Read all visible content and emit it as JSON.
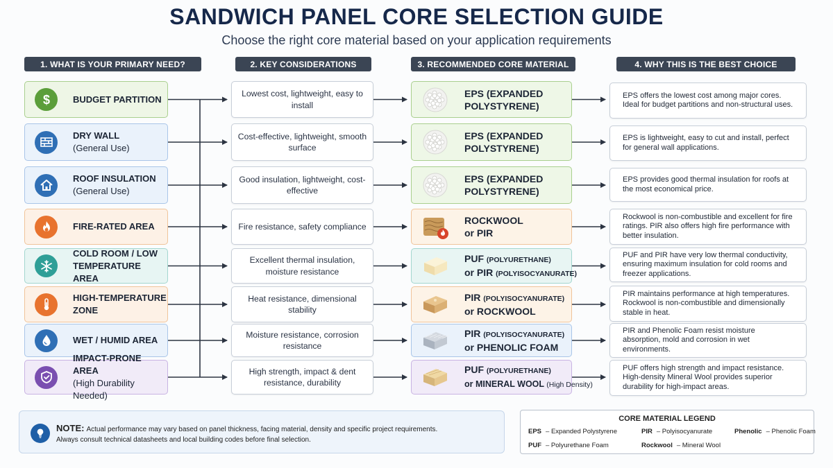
{
  "title": "SANDWICH PANEL CORE SELECTION GUIDE",
  "subtitle": "Choose the right core material based on your application requirements",
  "headers": [
    "1. WHAT IS YOUR PRIMARY NEED?",
    "2. KEY CONSIDERATIONS",
    "3. RECOMMENDED CORE MATERIAL",
    "4. WHY THIS IS THE BEST CHOICE"
  ],
  "rows": [
    {
      "need_title": "BUDGET PARTITION",
      "need_sub": "",
      "icon": "dollar-icon",
      "icon_color": "#5b9e3a",
      "need_bg": "#eef6e6",
      "need_border": "#a9cf8e",
      "considerations": "Lowest cost, lightweight, easy to install",
      "core_lines": [
        {
          "main": "EPS (EXPANDED",
          "small": "",
          "tail": ""
        },
        {
          "main": "POLYSTYRENE)",
          "small": "",
          "tail": ""
        }
      ],
      "swatch": "eps",
      "core_bg": "#eef7e7",
      "core_border": "#a9cf8e",
      "why": "EPS offers the lowest cost among major cores. Ideal for budget partitions and non-structural uses."
    },
    {
      "need_title": "DRY WALL",
      "need_sub": "(General Use)",
      "icon": "brick-wall-icon",
      "icon_color": "#2f6fb5",
      "need_bg": "#eaf2fb",
      "need_border": "#a9c5e8",
      "considerations": "Cost-effective, lightweight, smooth surface",
      "core_lines": [
        {
          "main": "EPS (EXPANDED",
          "small": "",
          "tail": ""
        },
        {
          "main": "POLYSTYRENE)",
          "small": "",
          "tail": ""
        }
      ],
      "swatch": "eps",
      "core_bg": "#eef7e7",
      "core_border": "#a9cf8e",
      "why": "EPS is lightweight, easy to cut and install, perfect for general wall applications."
    },
    {
      "need_title": "ROOF INSULATION",
      "need_sub": "(General Use)",
      "icon": "house-icon",
      "icon_color": "#2f6fb5",
      "need_bg": "#eaf2fb",
      "need_border": "#a9c5e8",
      "considerations": "Good insulation, lightweight, cost-effective",
      "core_lines": [
        {
          "main": "EPS (EXPANDED",
          "small": "",
          "tail": ""
        },
        {
          "main": "POLYSTYRENE)",
          "small": "",
          "tail": ""
        }
      ],
      "swatch": "eps",
      "core_bg": "#eef7e7",
      "core_border": "#a9cf8e",
      "why": "EPS provides good thermal insulation for roofs at the most economical price."
    },
    {
      "need_title": "FIRE-RATED AREA",
      "need_sub": "",
      "icon": "flame-icon",
      "icon_color": "#e8732e",
      "need_bg": "#fdf1e6",
      "need_border": "#f0c49a",
      "considerations": "Fire resistance, safety compliance",
      "core_lines": [
        {
          "main": "ROCKWOOL",
          "small": "",
          "tail": ""
        },
        {
          "main": "or PIR",
          "small": "",
          "tail": ""
        }
      ],
      "swatch": "rockwool",
      "core_bg": "#fdf3e7",
      "core_border": "#f0c49a",
      "why": "Rockwool is non-combustible and excellent for fire ratings. PIR also offers high fire performance with better insulation."
    },
    {
      "need_title": "COLD ROOM / LOW",
      "need_sub": "TEMPERATURE AREA",
      "sub_bold": true,
      "icon": "snowflake-icon",
      "icon_color": "#2f9f97",
      "need_bg": "#e7f5f3",
      "need_border": "#a3d6cf",
      "considerations": "Excellent thermal insulation, moisture resistance",
      "core_lines": [
        {
          "main": "PUF ",
          "small": "(POLYURETHANE)",
          "tail": ""
        },
        {
          "main": "or PIR ",
          "small": "(POLYISOCYANURATE)",
          "tail": ""
        }
      ],
      "swatch": "puf",
      "core_bg": "#e8f5f3",
      "core_border": "#a3d6cf",
      "why": "PUF and PIR have very low thermal conductivity, ensuring maximum insulation for cold rooms and freezer applications."
    },
    {
      "need_title": "HIGH-TEMPERATURE",
      "need_sub": "ZONE",
      "sub_bold": true,
      "icon": "thermometer-icon",
      "icon_color": "#e8732e",
      "need_bg": "#fdf1e6",
      "need_border": "#f0c49a",
      "considerations": "Heat resistance, dimensional stability",
      "core_lines": [
        {
          "main": "PIR ",
          "small": "(POLYISOCYANURATE)",
          "tail": ""
        },
        {
          "main": "or ROCKWOOL",
          "small": "",
          "tail": ""
        }
      ],
      "swatch": "pir",
      "core_bg": "#fdf3e7",
      "core_border": "#f0c49a",
      "why": "PIR maintains performance at high temperatures. Rockwool is non-combustible and dimensionally stable in heat."
    },
    {
      "need_title": "WET / HUMID AREA",
      "need_sub": "",
      "icon": "water-drop-icon",
      "icon_color": "#2f6fb5",
      "need_bg": "#eaf2fb",
      "need_border": "#a9c5e8",
      "considerations": "Moisture resistance, corrosion resistance",
      "core_lines": [
        {
          "main": "PIR ",
          "small": "(POLYISOCYANURATE)",
          "tail": ""
        },
        {
          "main": "or PHENOLIC FOAM",
          "small": "",
          "tail": ""
        }
      ],
      "swatch": "phenolic",
      "core_bg": "#eaf2fb",
      "core_border": "#a9c5e8",
      "why": "PIR and Phenolic Foam resist moisture absorption, mold and corrosion in wet environments."
    },
    {
      "need_title": "IMPACT-PRONE AREA",
      "need_sub": "(High Durability Needed)",
      "icon": "shield-icon",
      "icon_color": "#7a4fb0",
      "need_bg": "#f1ebf8",
      "need_border": "#c8b3e3",
      "considerations": "High strength, impact & dent resistance, durability",
      "core_lines": [
        {
          "main": "PUF ",
          "small": "(POLYURETHANE)",
          "tail": ""
        },
        {
          "main": "or MINERAL WOOL ",
          "small": "(High Density)",
          "tail": "",
          "small_normal": true,
          "main_small": true
        }
      ],
      "swatch": "mineral",
      "core_bg": "#f1ebf8",
      "core_border": "#c8b3e3",
      "why": "PUF offers high strength and impact resistance. High-density Mineral Wool provides superior durability for high-impact areas."
    }
  ],
  "note": {
    "label": "NOTE:",
    "line1": "Actual performance may vary based on panel thickness, facing material, density and specific project requirements.",
    "line2": "Always consult technical datasheets and local building codes before final selection."
  },
  "legend": {
    "title": "CORE MATERIAL LEGEND",
    "items": [
      {
        "abbr": "EPS",
        "desc": "– Expanded Polystyrene"
      },
      {
        "abbr": "PIR",
        "desc": "– Polyisocyanurate"
      },
      {
        "abbr": "Phenolic",
        "desc": "– Phenolic Foam"
      },
      {
        "abbr": "PUF",
        "desc": "– Polyurethane Foam"
      },
      {
        "abbr": "Rockwool",
        "desc": "– Mineral Wool"
      }
    ]
  }
}
